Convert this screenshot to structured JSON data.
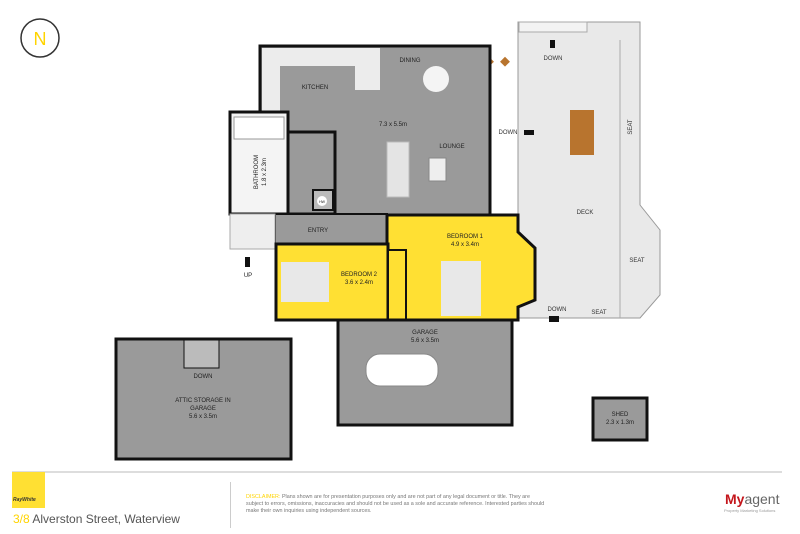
{
  "compass": {
    "label": "N"
  },
  "colors": {
    "accent": "#ffe033",
    "room": "#999999",
    "wall": "#111111",
    "deck": "#e6e6e6",
    "brand_red": "#c4161c"
  },
  "rooms": {
    "kitchen": "KITCHEN",
    "dining": "DINING",
    "lounge": "LOUNGE",
    "living_size": "7.3 x 5.5m",
    "bathroom": "BATHROOM",
    "bathroom_size": "1.8 x 2.3m",
    "hw": "HW",
    "entry": "ENTRY",
    "bedroom1": "BEDROOM 1",
    "bedroom1_size": "4.9 x 3.4m",
    "bedroom2": "BEDROOM 2",
    "bedroom2_size": "3.6 x 2.4m",
    "garage": "GARAGE",
    "garage_size": "5.6 x 3.5m",
    "deck": "DECK",
    "attic_line1": "ATTIC STORAGE IN",
    "attic_line2": "GARAGE",
    "attic_size": "5.6 x 3.5m",
    "shed": "SHED",
    "shed_size": "2.3 x 1.3m"
  },
  "labels": {
    "down_top": "DOWN",
    "down_deck": "DOWN",
    "down_bottom": "DOWN",
    "down_attic": "DOWN",
    "up": "UP",
    "seat_top": "SEAT",
    "seat_right": "SEAT",
    "seat_bottom": "SEAT"
  },
  "footer": {
    "agency_logo": "RayWhite",
    "address_unit": "3/8",
    "address_street": "Alverston Street, Waterview",
    "disclaimer_label": "DISCLAIMER:",
    "disclaimer_text": "Plans shown are for presentation purposes only and are not part of any legal document or title. They are subject to errors, omissions, inaccuracies and should not be used as a sole and accurate reference. Interested parties should make their own inquiries using independent sources.",
    "brand_my": "My",
    "brand_agent": "agent",
    "brand_tagline": "Property Marketing Solutions"
  }
}
